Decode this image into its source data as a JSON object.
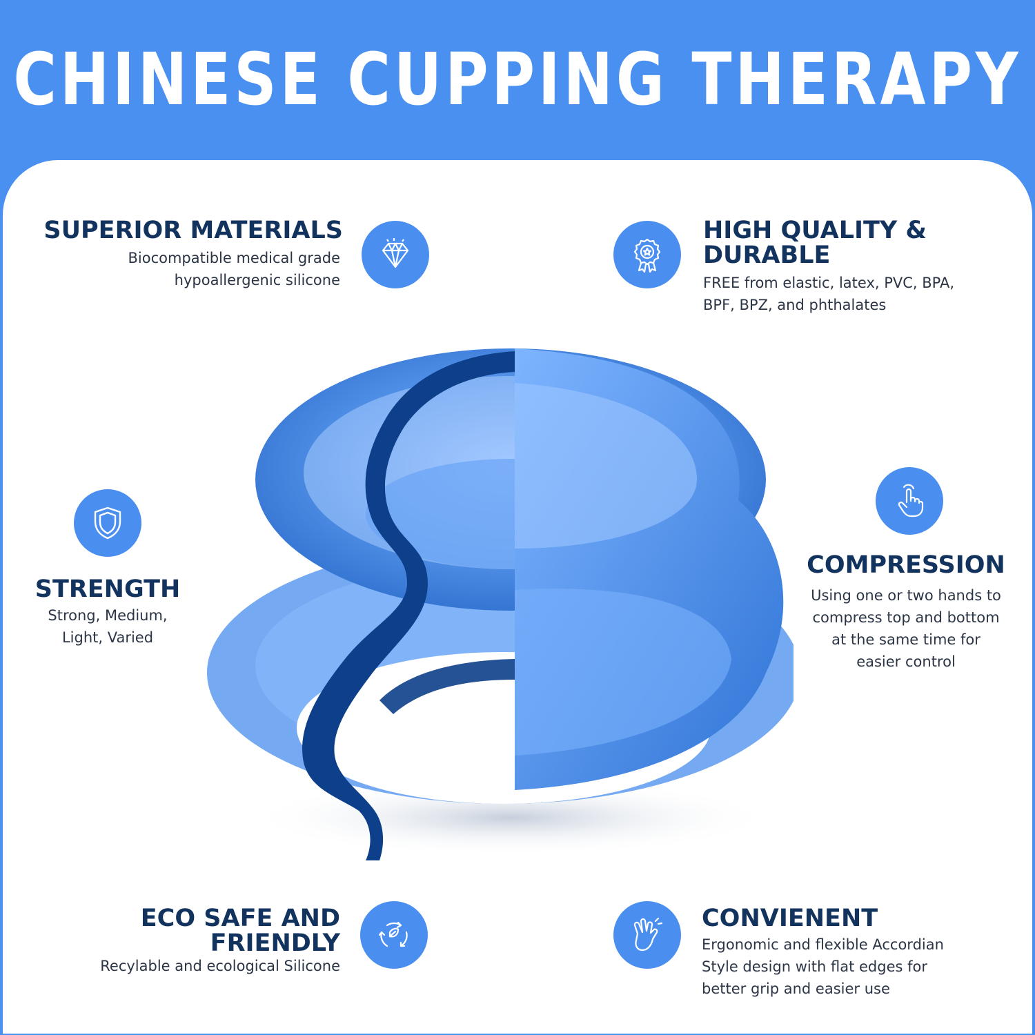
{
  "header": {
    "title": "CHINESE CUPPING THERAPY"
  },
  "features": {
    "superior_materials": {
      "title": "SUPERIOR MATERIALS",
      "desc1": "Biocompatible medical grade",
      "desc2": "hypoallergenic silicone",
      "icon": "diamond-icon"
    },
    "high_quality": {
      "title1": "HIGH QUALITY &",
      "title2": "DURABLE",
      "desc1": "FREE from elastic, latex, PVC, BPA,",
      "desc2": "BPF, BPZ, and phthalates",
      "icon": "award-badge-icon"
    },
    "strength": {
      "title": "STRENGTH",
      "desc1": "Strong, Medium,",
      "desc2": "Light, Varied",
      "icon": "shield-icon"
    },
    "compression": {
      "title": "COMPRESSION",
      "desc1": "Using one or two hands to",
      "desc2": "compress top and bottom",
      "desc3": "at the same time for",
      "desc4": "easier control",
      "icon": "hand-press-icon"
    },
    "eco": {
      "title1": "ECO SAFE AND",
      "title2": "FRIENDLY",
      "desc1": "Recylable and ecological Silicone",
      "icon": "recycle-leaf-icon"
    },
    "convenient": {
      "title": "CONVIENENT",
      "desc1": "Ergonomic and flexible Accordian",
      "desc2": "Style design with flat edges for",
      "desc3": "better grip and easier use",
      "icon": "hand-grip-icon"
    }
  },
  "colors": {
    "brand_blue": "#4a90f0",
    "heading_navy": "#13335f",
    "icon_blue": "#4a8ff0"
  }
}
